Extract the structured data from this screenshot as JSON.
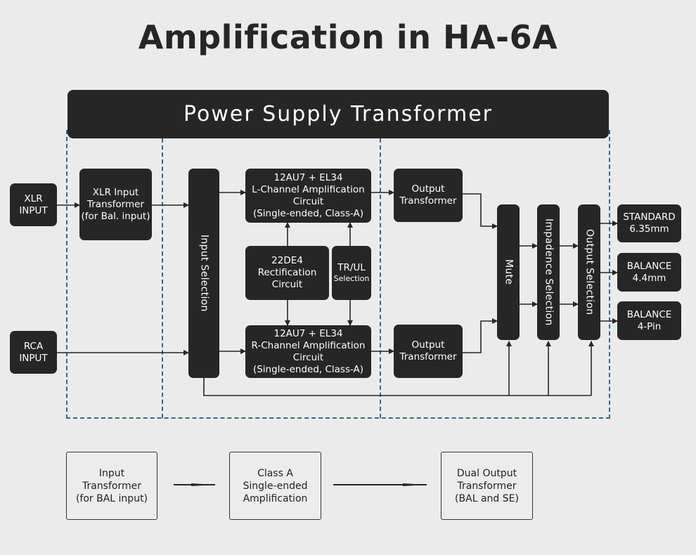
{
  "title": "Amplification in HA-6A",
  "power_supply": "Power Supply Transformer",
  "inputs": {
    "xlr": [
      "XLR",
      "INPUT"
    ],
    "rca": [
      "RCA",
      "INPUT"
    ]
  },
  "xlr_transformer": [
    "XLR Input",
    "Transformer",
    "(for Bal. input)"
  ],
  "input_selection": "Input Selection",
  "l_channel": [
    "12AU7 + EL34",
    "L-Channel Amplification",
    "Circuit",
    "(Single-ended, Class-A)"
  ],
  "r_channel": [
    "12AU7 + EL34",
    "R-Channel Amplification",
    "Circuit",
    "(Single-ended, Class-A)"
  ],
  "rectification": [
    "22DE4",
    "Rectification",
    "Circuit"
  ],
  "tr_ul": [
    "TR/UL",
    "Selection"
  ],
  "output_transformer_l": [
    "Output",
    "Transformer"
  ],
  "output_transformer_r": [
    "Output",
    "Transformer"
  ],
  "mute": "Mute",
  "impedance_selection": "Impadence Selection",
  "output_selection": "Output Selection",
  "outputs": [
    [
      "STANDARD",
      "6.35mm"
    ],
    [
      "BALANCE",
      "4.4mm"
    ],
    [
      "BALANCE",
      "4-Pin"
    ]
  ],
  "flow": [
    [
      "Input",
      "Transformer",
      "(for BAL input)"
    ],
    [
      "Class A",
      "Single-ended",
      "Amplification"
    ],
    [
      "Dual Output",
      "Transformer",
      "(BAL and SE)"
    ]
  ]
}
